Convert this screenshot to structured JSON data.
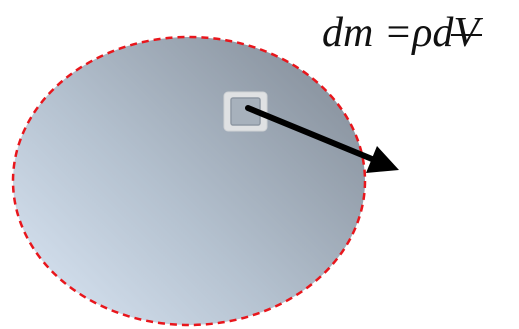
{
  "equation": {
    "left": "dm =",
    "rho": "ρ",
    "d": "d",
    "volume": "V"
  },
  "colors": {
    "region_fill_light": "#d4e0ee",
    "region_fill_dark": "#8c96a2",
    "region_outline": "#e8161c",
    "element_fill": "#a7b1bc",
    "element_border": "#d8dadc",
    "arrow": "#000000",
    "text": "#111111"
  },
  "icons": {
    "element": "volume-element-square",
    "arrow": "outward-arrow"
  }
}
